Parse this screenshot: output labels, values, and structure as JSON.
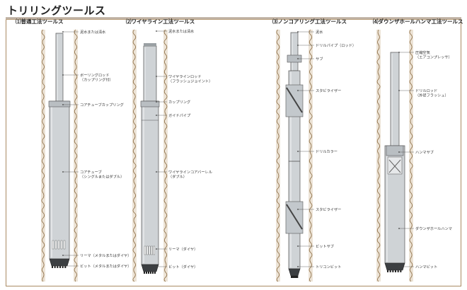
{
  "page_title": "トリリングツールス",
  "tools": [
    {
      "title": "⑴普通工法ツールス",
      "labels": [
        [
          "泥水または清水"
        ],
        [
          "ボーリングロッド",
          "（カップリング付）"
        ],
        [
          "コアチューブカップリング"
        ],
        [
          "コアチューブ",
          "（シングルまたはダブル）"
        ],
        [
          "リーマ（メタルまたはダイヤ）"
        ],
        [
          "ビット（メタルまたはダイヤ）"
        ]
      ]
    },
    {
      "title": "⑵ワイヤライン工法ツールス",
      "labels": [
        [
          "泥水または清水"
        ],
        [
          "ワイヤラインロッド",
          "（フラッシュジョイント）"
        ],
        [
          "カップリング"
        ],
        [
          "ガイドパイプ"
        ],
        [
          "ワイヤラインコアバーレル",
          "（ダブル）"
        ],
        [
          "リーマ（ダイヤ）"
        ],
        [
          "ビット（ダイヤ）"
        ]
      ]
    },
    {
      "title": "⑶ノンコアリング工法ツールス",
      "labels": [
        [
          "泥水"
        ],
        [
          "ドリルパイプ（ロッド）"
        ],
        [
          "サブ"
        ],
        [
          "スタビライザー"
        ],
        [
          "ドリルカラー"
        ],
        [
          "スタビライザー"
        ],
        [
          "ビットサブ"
        ],
        [
          "トリコンビット"
        ]
      ]
    },
    {
      "title": "⑷ダウンザホールハンマ工法ツールス",
      "labels": [
        [
          "圧縮空気",
          "（エアコンプレッサ）"
        ],
        [
          "ドリルロッド",
          "（外径フラッシュ）"
        ],
        [
          "ハンマサブ"
        ],
        [
          "ダウンザホールハンマ"
        ],
        [
          "ハンマビット"
        ]
      ]
    }
  ],
  "colors": {
    "frame": "#a98b63",
    "wall": "#c9b08a",
    "wall_line": "#8a6a40",
    "tool_fill": "#cfd3d6",
    "tool_stroke": "#555",
    "text": "#222"
  }
}
